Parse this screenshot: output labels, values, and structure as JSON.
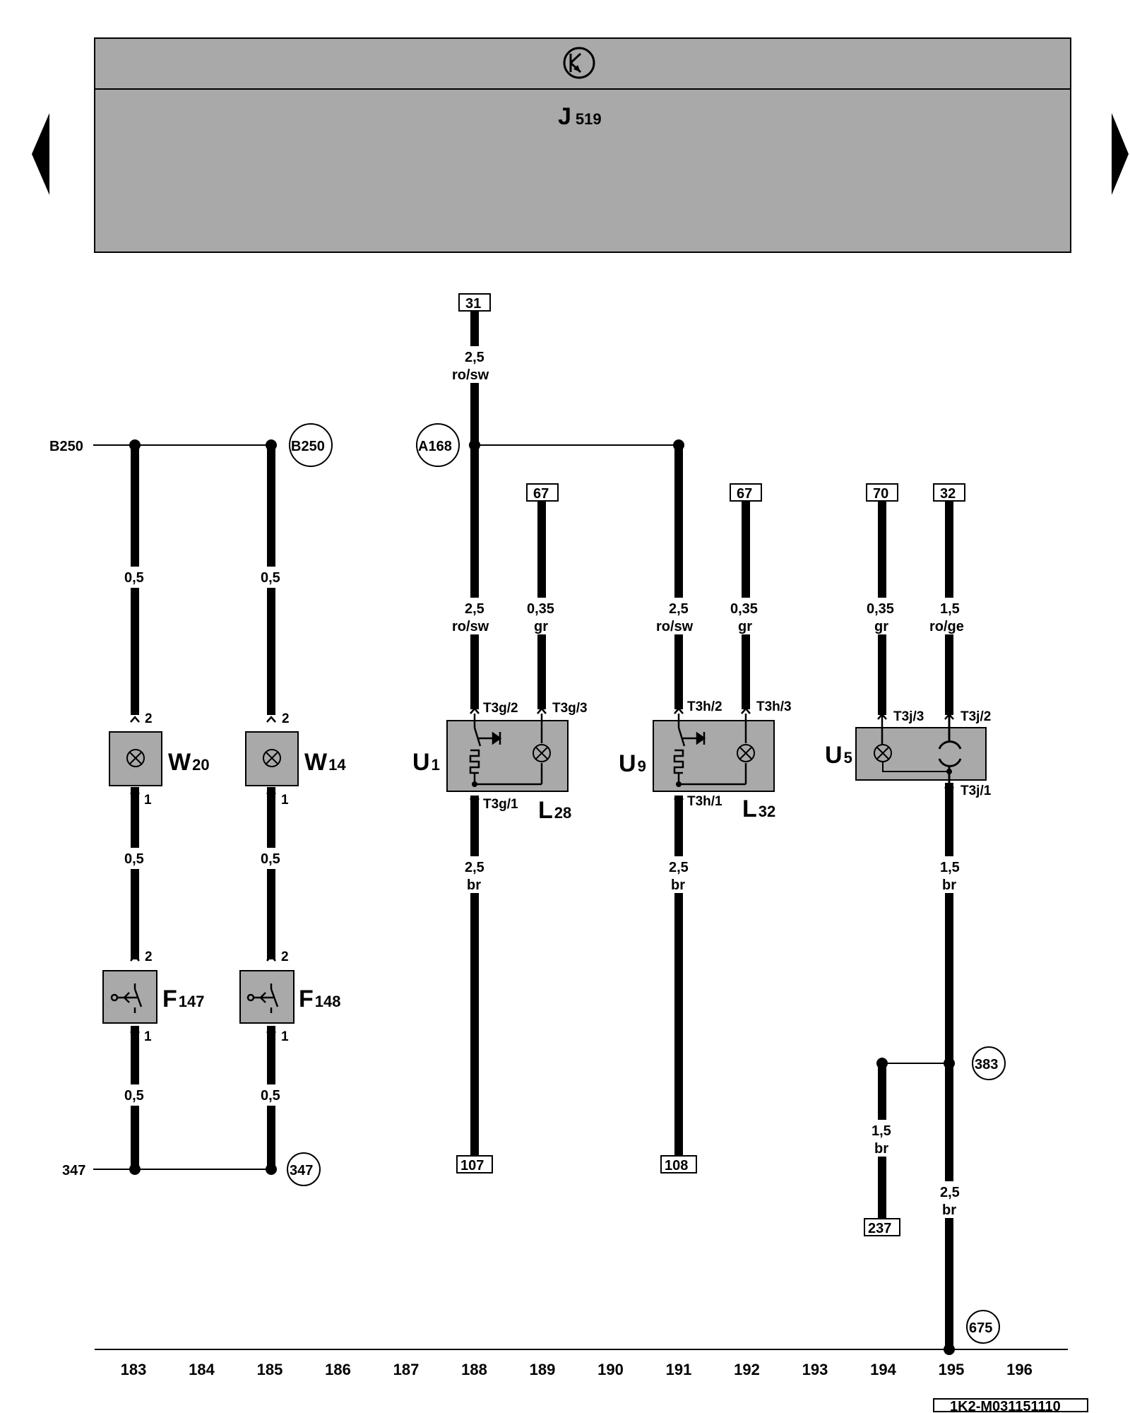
{
  "header": {
    "unit_name": "J",
    "unit_sub": "519",
    "icon": "transistor-icon",
    "fill_color": "#a9a9a9",
    "nav_left_icon": "arrow-left-icon",
    "nav_right_icon": "arrow-right-icon"
  },
  "connectors": {
    "b250_left": "B250",
    "b250_right": "B250",
    "a168": "A168",
    "g347_left": "347",
    "g347_right": "347",
    "c383": "383",
    "c675": "675"
  },
  "refs": {
    "r31": "31",
    "r67a": "67",
    "r67b": "67",
    "r70": "70",
    "r32": "32",
    "r107": "107",
    "r108": "108",
    "r237": "237"
  },
  "components": {
    "w20": {
      "name": "W",
      "sub": "20"
    },
    "w14": {
      "name": "W",
      "sub": "14"
    },
    "f147": {
      "name": "F",
      "sub": "147"
    },
    "f148": {
      "name": "F",
      "sub": "148"
    },
    "u1": {
      "name": "U",
      "sub": "1"
    },
    "l28": {
      "name": "L",
      "sub": "28"
    },
    "u9": {
      "name": "U",
      "sub": "9"
    },
    "l32": {
      "name": "L",
      "sub": "32"
    },
    "u5": {
      "name": "U",
      "sub": "5"
    }
  },
  "pins": {
    "w20_top": "2",
    "w20_bot": "1",
    "w14_top": "2",
    "w14_bot": "1",
    "f147_top": "2",
    "f147_bot": "1",
    "f148_top": "2",
    "f148_bot": "1",
    "t3g2": "T3g/2",
    "t3g3": "T3g/3",
    "t3g1": "T3g/1",
    "t3h2": "T3h/2",
    "t3h3": "T3h/3",
    "t3h1": "T3h/1",
    "t3j3": "T3j/3",
    "t3j2": "T3j/2",
    "t3j1": "T3j/1"
  },
  "wires": {
    "c183_a": {
      "size": "0,5"
    },
    "c183_b": {
      "size": "0,5"
    },
    "c183_c": {
      "size": "0,5"
    },
    "c185_a": {
      "size": "0,5"
    },
    "c185_b": {
      "size": "0,5"
    },
    "c185_c": {
      "size": "0,5"
    },
    "c188_top": {
      "size": "2,5",
      "color": "ro/sw"
    },
    "c188_mid": {
      "size": "2,5",
      "color": "ro/sw"
    },
    "c188_bot": {
      "size": "2,5",
      "color": "br"
    },
    "c189": {
      "size": "0,35",
      "color": "gr"
    },
    "c191_mid": {
      "size": "2,5",
      "color": "ro/sw"
    },
    "c191_bot": {
      "size": "2,5",
      "color": "br"
    },
    "c192": {
      "size": "0,35",
      "color": "gr"
    },
    "c194_top": {
      "size": "0,35",
      "color": "gr"
    },
    "c194_bot": {
      "size": "1,5",
      "color": "br"
    },
    "c195_top": {
      "size": "1,5",
      "color": "ro/ge"
    },
    "c195_mid": {
      "size": "1,5",
      "color": "br"
    },
    "c195_bot": {
      "size": "2,5",
      "color": "br"
    }
  },
  "axis": {
    "ticks": [
      "183",
      "184",
      "185",
      "186",
      "187",
      "188",
      "189",
      "190",
      "191",
      "192",
      "193",
      "194",
      "195",
      "196"
    ]
  },
  "footer": {
    "doc_id": "1K2-M031151110"
  }
}
